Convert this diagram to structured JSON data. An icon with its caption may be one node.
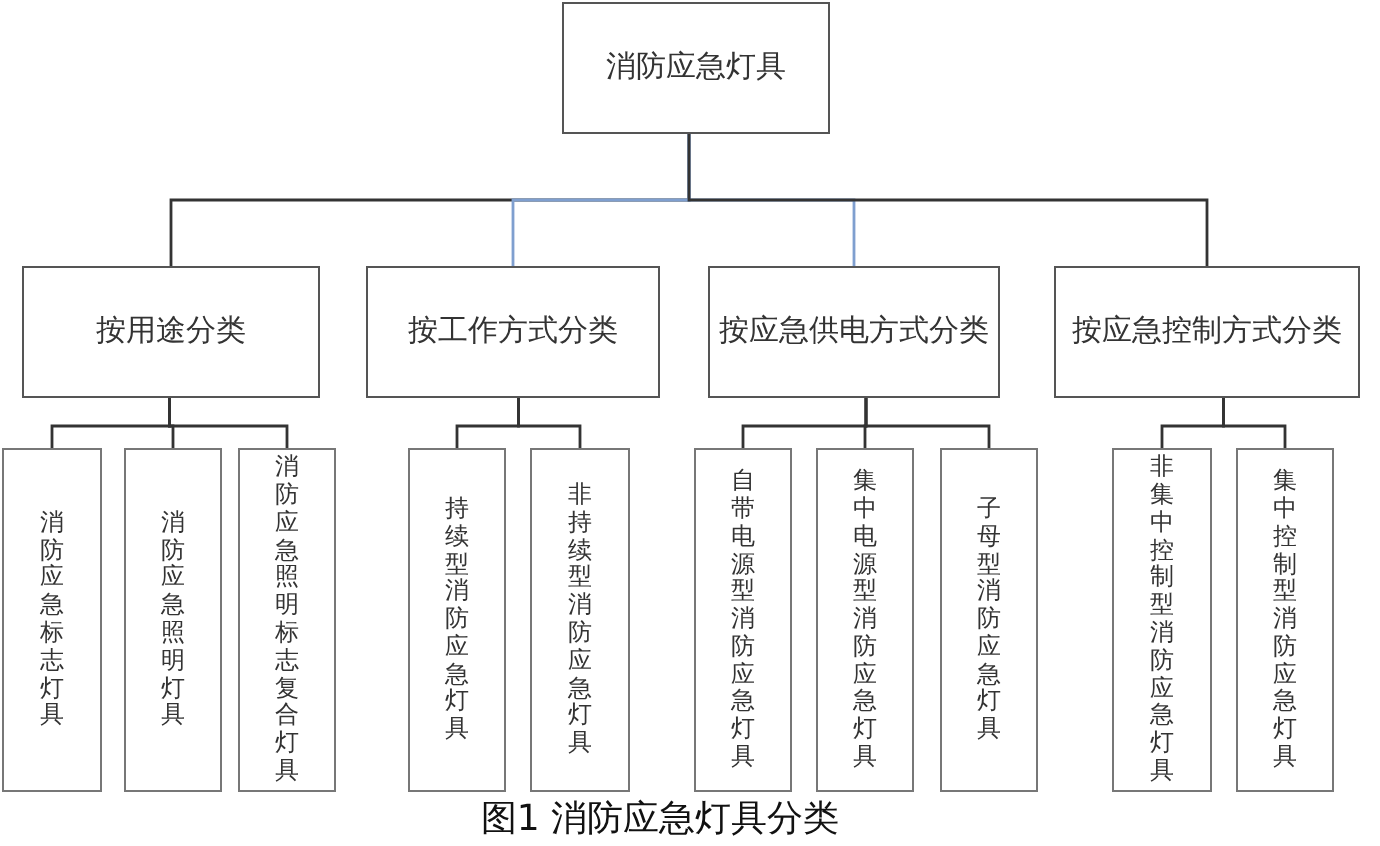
{
  "diagram": {
    "caption": "图1 消防应急灯具分类",
    "nodes": [
      {
        "text": [
          "消防应急灯具"
        ]
      },
      {
        "text": [
          "按用途分类"
        ]
      },
      {
        "text": [
          "按工作方式分类"
        ]
      },
      {
        "text": [
          "按应急供电方式分类"
        ]
      },
      {
        "text": [
          "按应急控制方式分类"
        ]
      },
      {
        "text": [
          "消防应急标志灯具"
        ]
      },
      {
        "text": [
          "消防应急照明灯具"
        ]
      },
      {
        "text": [
          "消防应急照明标志复合灯具"
        ]
      },
      {
        "text": [
          "持续型消防应急灯具"
        ]
      },
      {
        "text": [
          "非持续型消防应急灯具"
        ]
      },
      {
        "text": [
          "自带电源型消防应急灯具"
        ]
      },
      {
        "text": [
          "集中电源型消防应急灯具"
        ]
      },
      {
        "text": [
          "子母型消防应急灯具"
        ]
      },
      {
        "text": [
          "非集中控制型消防应急灯具"
        ]
      },
      {
        "text": [
          "集中控制型消防应急灯具"
        ]
      }
    ],
    "edges": [
      {
        "from": 0,
        "to": 1,
        "arrow": "none"
      },
      {
        "from": 0,
        "to": 2,
        "arrow": "none",
        "color": "#7f9fcf"
      },
      {
        "from": 0,
        "to": 3,
        "arrow": "none",
        "color": "#7f9fcf"
      },
      {
        "from": 0,
        "to": 4,
        "arrow": "none"
      },
      {
        "from": 1,
        "to": 5,
        "arrow": "none"
      },
      {
        "from": 1,
        "to": 6,
        "arrow": "none"
      },
      {
        "from": 1,
        "to": 7,
        "arrow": "none"
      },
      {
        "from": 2,
        "to": 8,
        "arrow": "none"
      },
      {
        "from": 2,
        "to": 9,
        "arrow": "none"
      },
      {
        "from": 3,
        "to": 10,
        "arrow": "none"
      },
      {
        "from": 3,
        "to": 11,
        "arrow": "none"
      },
      {
        "from": 3,
        "to": 12,
        "arrow": "none"
      },
      {
        "from": 4,
        "to": 13,
        "arrow": "none"
      },
      {
        "from": 4,
        "to": 14,
        "arrow": "none"
      }
    ]
  }
}
